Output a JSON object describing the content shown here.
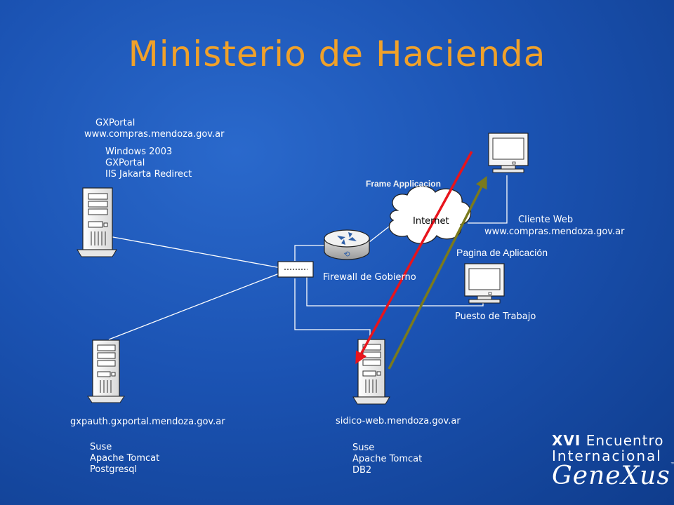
{
  "slide": {
    "title": "Ministerio de Hacienda"
  },
  "gxportal": {
    "name": "GXPortal",
    "host": "www.compras.mendoza.gov.ar",
    "specs": [
      "Windows 2003",
      "GXPortal",
      "IIS Jakarta Redirect"
    ]
  },
  "gxpauth": {
    "host": "gxpauth.gxportal.mendoza.gov.ar",
    "specs": [
      "Suse",
      "Apache Tomcat",
      "Postgresql"
    ]
  },
  "sidico": {
    "host": "sidico-web.mendoza.gov.ar",
    "specs": [
      "Suse",
      "Apache Tomcat",
      "DB2"
    ]
  },
  "internet": {
    "label": "Internet"
  },
  "firewall": {
    "label": "Firewall de Gobierno"
  },
  "cliente": {
    "label": "Cliente Web",
    "host": "www.compras.mendoza.gov.ar"
  },
  "puesto": {
    "label": "Puesto de Trabajo"
  },
  "flows": {
    "frame": "Frame Applicacion",
    "pagina": "Pagina de Aplicación"
  },
  "brand": {
    "line1_bold": "XVI",
    "line1": "Encuentro",
    "line2": "Internacional",
    "line3": "GeneXus",
    "tm": "™"
  },
  "colors": {
    "title": "#f0a12a",
    "frame_arrow": "#e8141c",
    "pagina_arrow": "#7a7a1c"
  }
}
